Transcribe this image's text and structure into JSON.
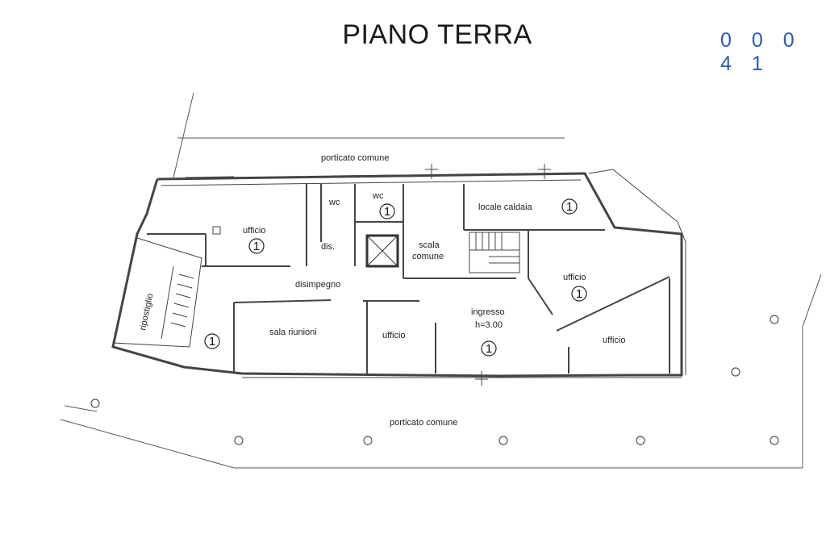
{
  "title": "PIANO TERRA",
  "stamp": "0 0 0 4 1",
  "colors": {
    "ink": "#444444",
    "stamp": "#2a5bb0"
  },
  "labels": {
    "porticato_top": "porticato comune",
    "porticato_bottom": "porticato comune",
    "wc1": "wc",
    "wc2": "wc",
    "dis": "dis.",
    "scala": "scala",
    "comune": "comune",
    "locale_caldaia": "locale caldaia",
    "ufficio_nw": "ufficio",
    "disimpegno": "disimpegno",
    "ripostiglio": "ripostiglio",
    "sala_riunioni": "sala riunioni",
    "ufficio_mid": "ufficio",
    "ingresso": "ingresso",
    "height": "h=3.00",
    "ufficio_ne": "ufficio",
    "ufficio_e": "ufficio"
  },
  "unit_markers": {
    "ufficio_nw": "1",
    "wc": "1",
    "locale_caldaia": "1",
    "ufficio_ne": "1",
    "ingresso": "1",
    "west": "1"
  }
}
